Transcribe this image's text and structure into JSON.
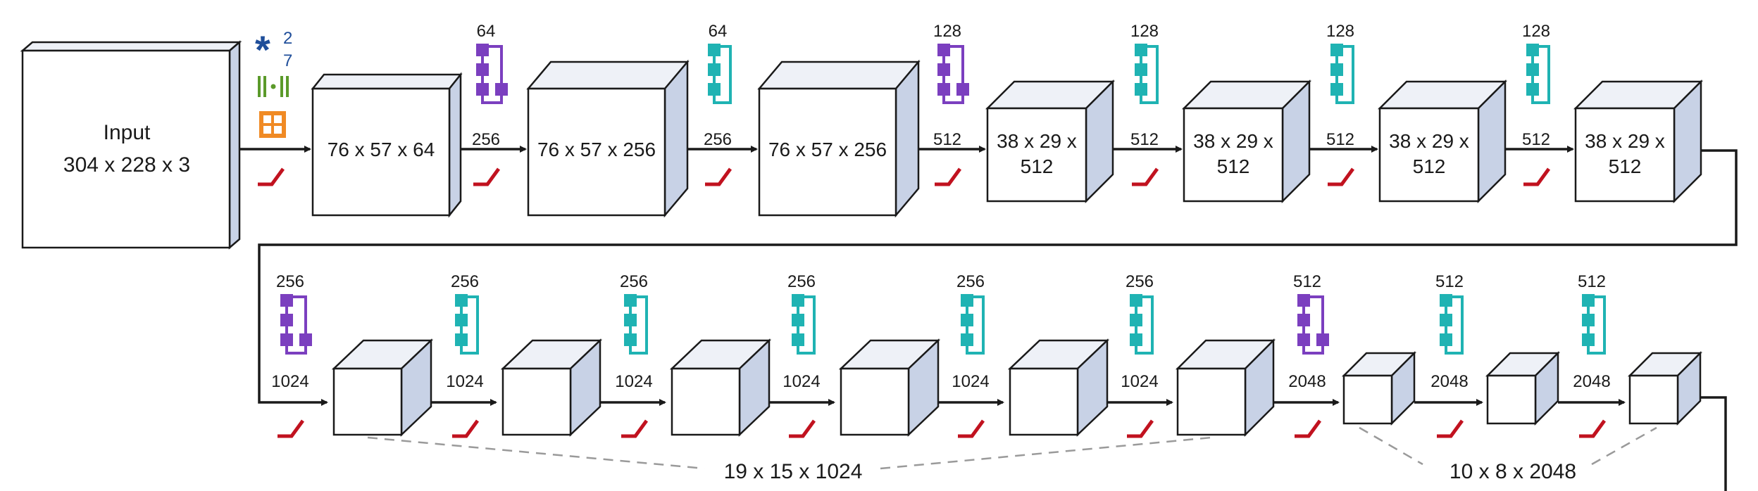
{
  "colors": {
    "box_front": "#ffffff",
    "box_top": "#eef1f7",
    "box_side": "#c8d2e6",
    "outline": "#1a1a1a",
    "proj_block": "#7b3fbf",
    "identity_block": "#1fb3b3",
    "relu": "#c1121f",
    "bn": "#5b9a2a",
    "pool": "#f08a24",
    "conv": "#1f4e9a",
    "guide": "#9a9a9a"
  },
  "input": {
    "line1": "Input",
    "line2": "304 x 228 x 3"
  },
  "legend": {
    "conv_sup": "2",
    "conv_sub": "7"
  },
  "row1_boxes": [
    {
      "label": "76 x 57 x 64"
    },
    {
      "label": "76 x 57 x 256"
    },
    {
      "label": "76 x 57 x 256"
    },
    {
      "label1": "38 x 29 x",
      "label2": "512"
    },
    {
      "label1": "38 x 29 x",
      "label2": "512"
    },
    {
      "label1": "38 x 29 x",
      "label2": "512"
    },
    {
      "label1": "38 x 29 x",
      "label2": "512"
    }
  ],
  "row1_blocks": [
    {
      "top": "64",
      "bottom": "256",
      "kind": "projection"
    },
    {
      "top": "64",
      "bottom": "256",
      "kind": "identity"
    },
    {
      "top": "128",
      "bottom": "512",
      "kind": "projection"
    },
    {
      "top": "128",
      "bottom": "512",
      "kind": "identity"
    },
    {
      "top": "128",
      "bottom": "512",
      "kind": "identity"
    },
    {
      "top": "128",
      "bottom": "512",
      "kind": "identity"
    }
  ],
  "row2_blocks": [
    {
      "top": "256",
      "bottom": "1024",
      "kind": "projection"
    },
    {
      "top": "256",
      "bottom": "1024",
      "kind": "identity"
    },
    {
      "top": "256",
      "bottom": "1024",
      "kind": "identity"
    },
    {
      "top": "256",
      "bottom": "1024",
      "kind": "identity"
    },
    {
      "top": "256",
      "bottom": "1024",
      "kind": "identity"
    },
    {
      "top": "256",
      "bottom": "1024",
      "kind": "identity"
    },
    {
      "top": "512",
      "bottom": "2048",
      "kind": "projection"
    },
    {
      "top": "512",
      "bottom": "2048",
      "kind": "identity"
    },
    {
      "top": "512",
      "bottom": "2048",
      "kind": "identity"
    }
  ],
  "row2_group_labels": {
    "big": "19 x 15 x 1024",
    "small": "10 x 8 x 2048"
  }
}
